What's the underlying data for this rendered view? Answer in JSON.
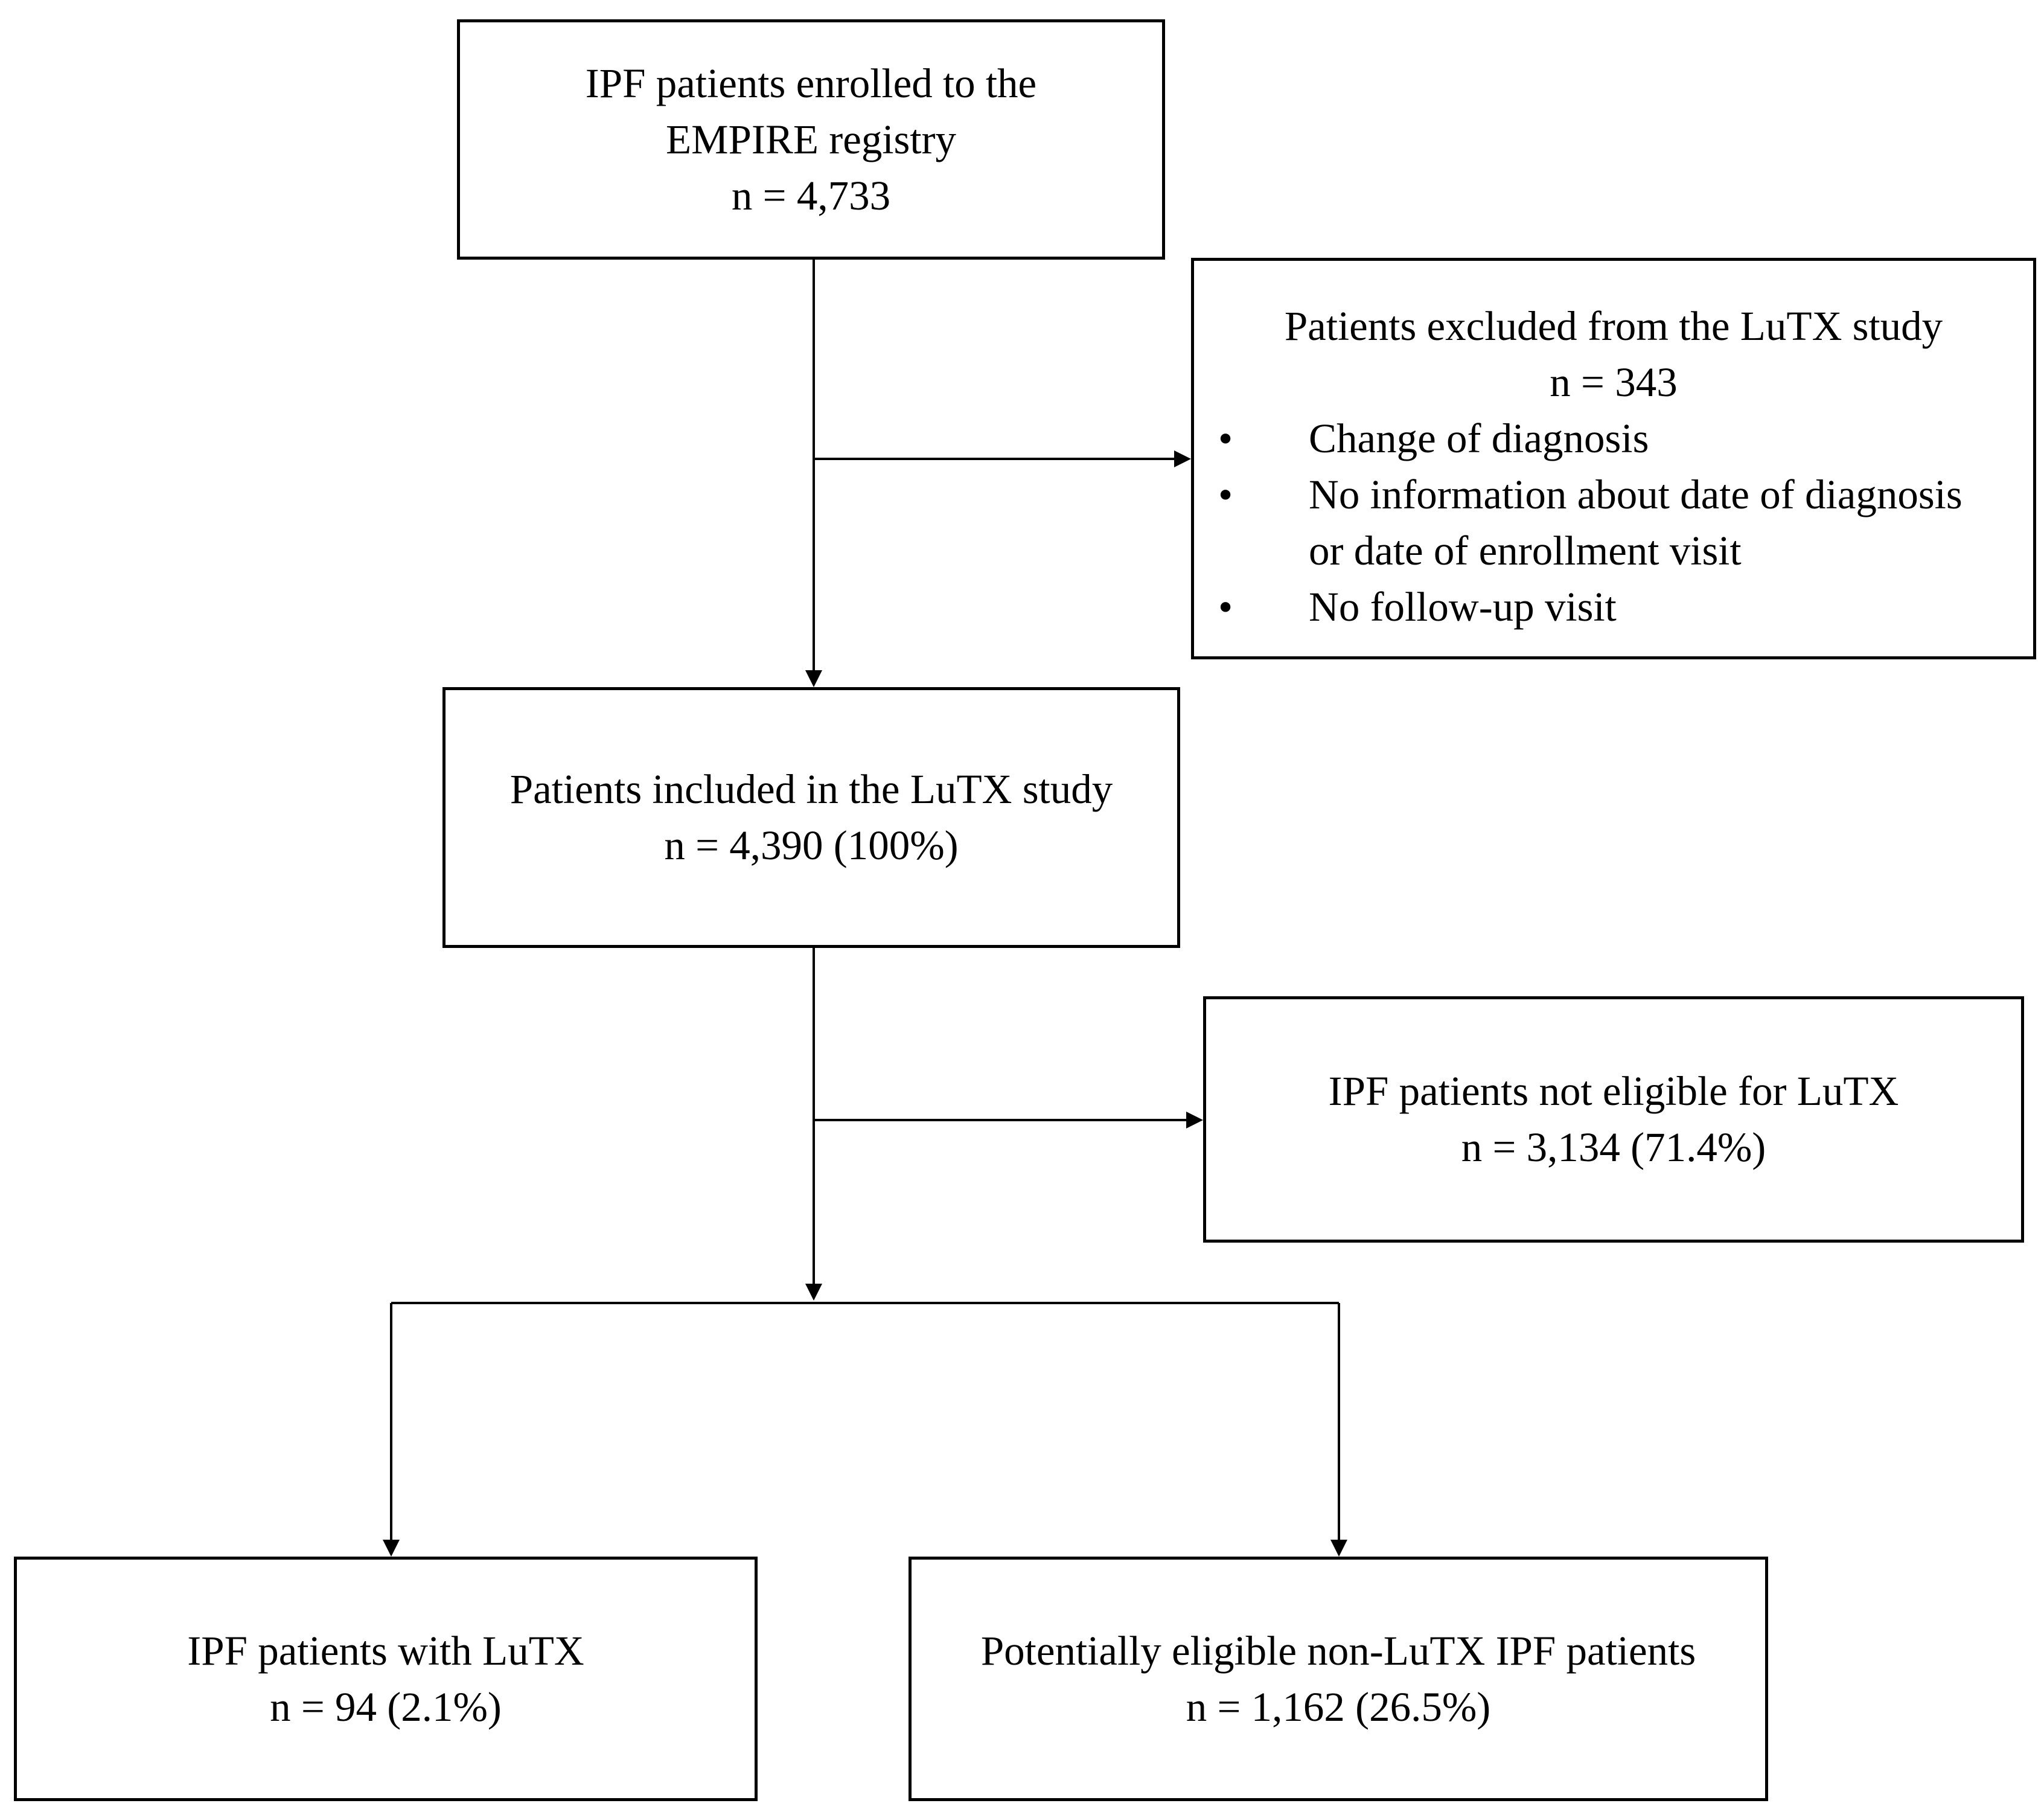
{
  "boxes": {
    "enrolled": {
      "line1": "IPF patients enrolled to the",
      "line2": "EMPIRE registry",
      "count": "n = 4,733"
    },
    "excluded": {
      "title": "Patients excluded from the LuTX study",
      "count": "n = 343",
      "bullet_symbol": "•",
      "reasons": [
        "Change of diagnosis",
        "No information about date of diagnosis",
        "or date of enrollment visit",
        "No follow-up visit"
      ]
    },
    "included": {
      "title": "Patients included in the LuTX study",
      "count": "n = 4,390 (100%)"
    },
    "not_eligible": {
      "title": "IPF patients not eligible for LuTX",
      "count": "n = 3,134 (71.4%)"
    },
    "with_lutx": {
      "title": "IPF patients with LuTX",
      "count": "n = 94 (2.1%)"
    },
    "potentially_eligible": {
      "title": "Potentially eligible non-LuTX IPF patients",
      "count": "n = 1,162 (26.5%)"
    }
  },
  "colors": {
    "stroke": "#000000",
    "background": "#ffffff"
  }
}
